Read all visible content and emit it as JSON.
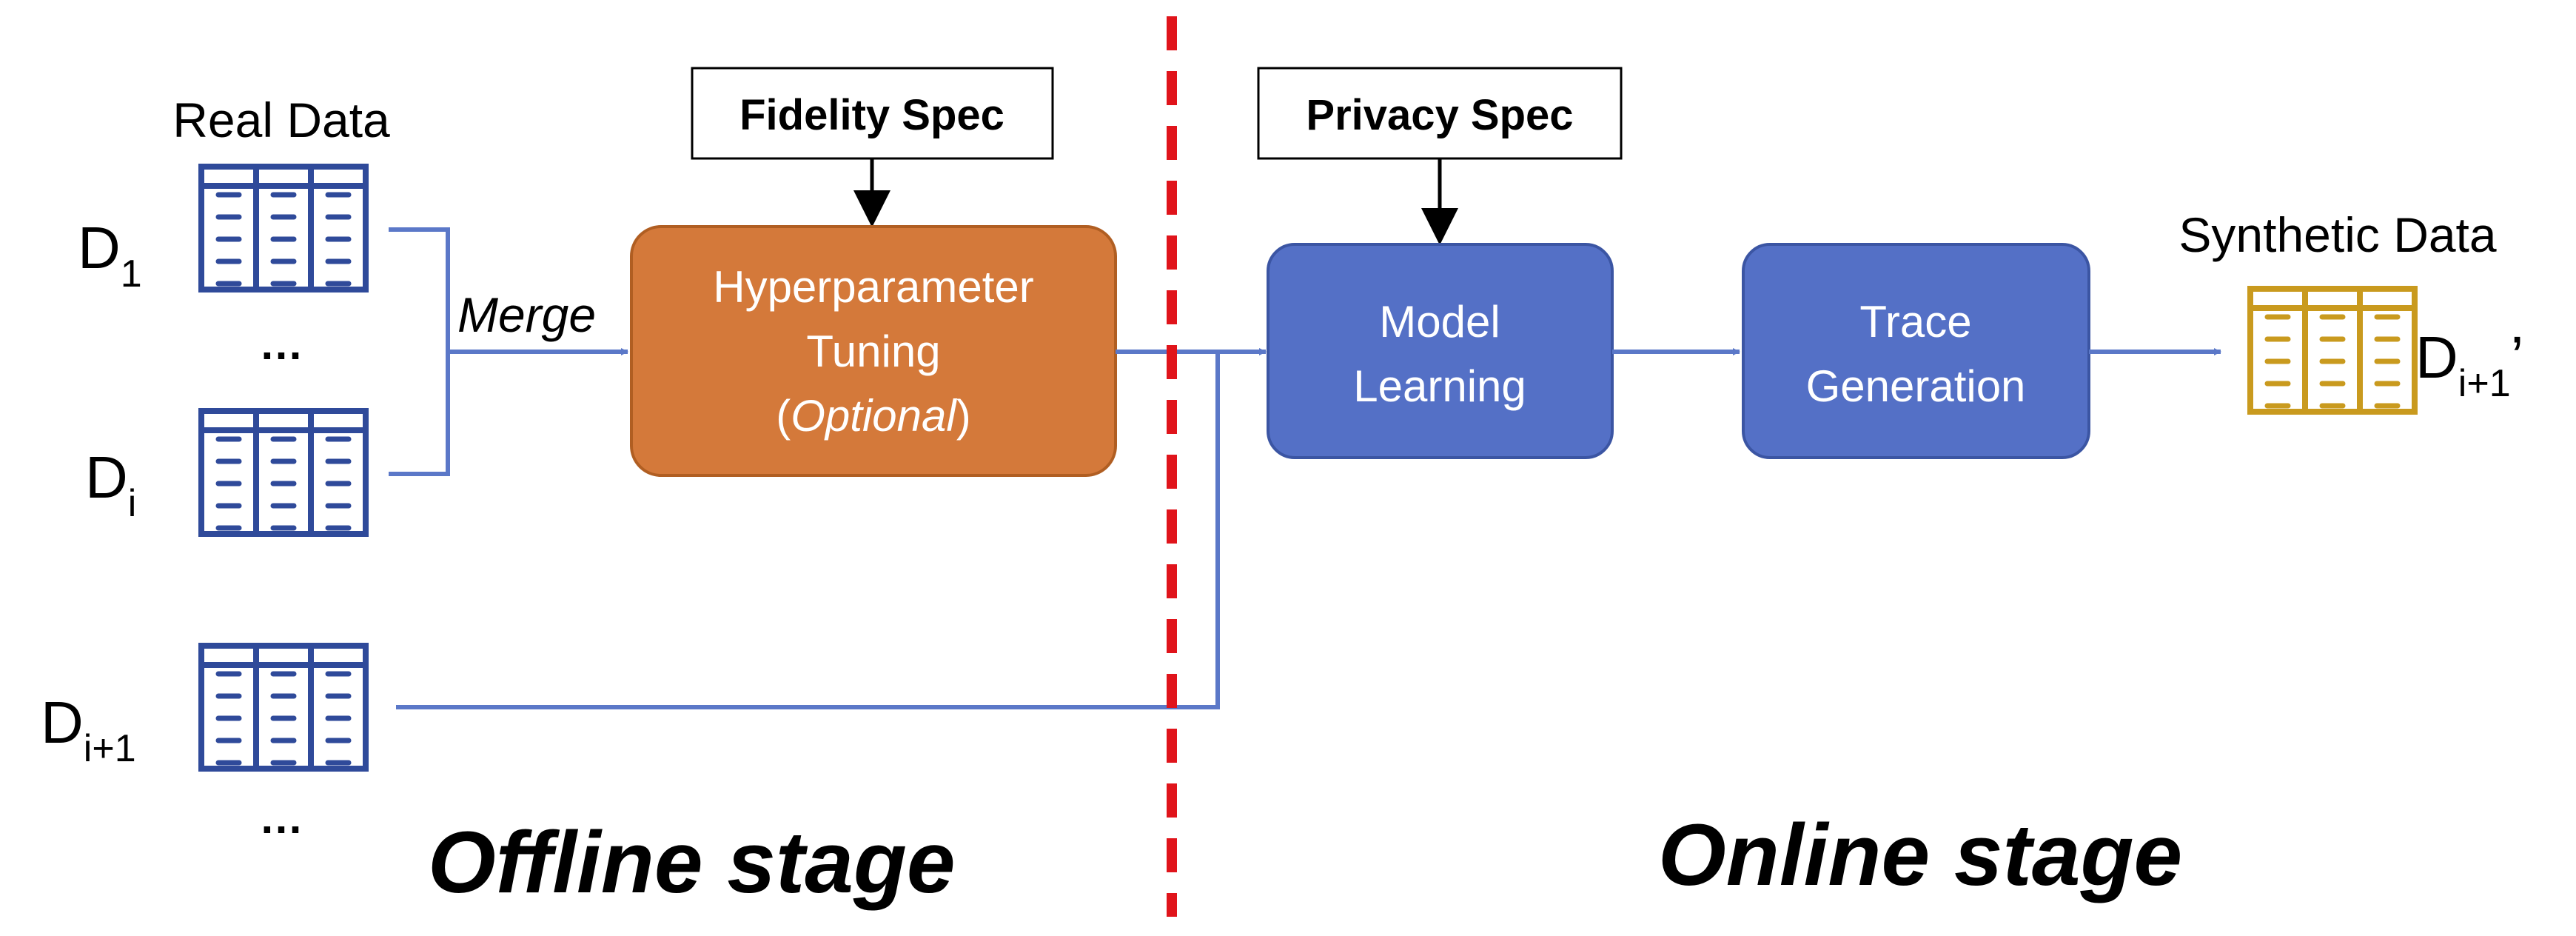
{
  "real_data_label": "Real Data",
  "synthetic_data_label": "Synthetic Data",
  "datasets": {
    "d1": {
      "base": "D",
      "sub": "1"
    },
    "di": {
      "base": "D",
      "sub": "i"
    },
    "di1": {
      "base": "D",
      "sub": "i+1"
    },
    "ellipsis_top": "…",
    "ellipsis_bottom": "…"
  },
  "synthetic_dataset": {
    "base": "D",
    "sub": "i+1",
    "suffix": "’"
  },
  "merge_label": "Merge",
  "fidelity_spec": "Fidelity Spec",
  "privacy_spec": "Privacy Spec",
  "hyperparameter_box": {
    "line1": "Hyperparameter",
    "line2": "Tuning",
    "line3_open": "(",
    "line3_italic": "Optional",
    "line3_close": ")"
  },
  "model_learning_box": {
    "line1": "Model",
    "line2": "Learning"
  },
  "trace_generation_box": {
    "line1": "Trace",
    "line2": "Generation"
  },
  "offline_stage": "Offline stage",
  "online_stage": "Online stage",
  "colors": {
    "table_blue": "#2f4a9a",
    "table_gold": "#c99a1e",
    "connector": "#5b78c8",
    "hyperparameter_fill": "#d4793a",
    "hyperparameter_border": "#b05e22",
    "online_box_fill": "#5470c6",
    "online_box_border": "#3b55a3",
    "divider_red": "#e0141b"
  },
  "icons": {
    "table": "table-icon"
  }
}
